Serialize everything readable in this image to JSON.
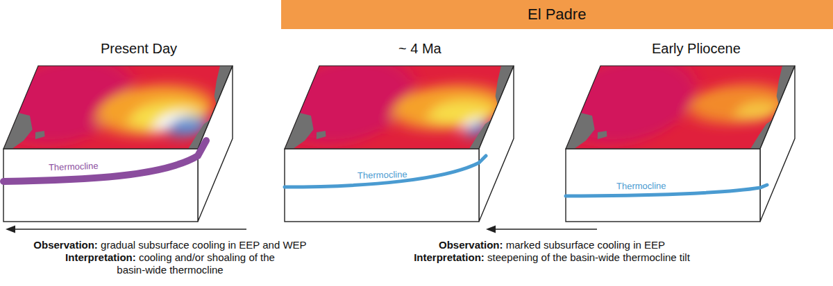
{
  "diagram": {
    "nodes": [
      {
        "text": [
          "El Padre"
        ]
      },
      {
        "text": [
          "Present Day",
          "Thermocline"
        ]
      },
      {
        "text": [
          "~ 4 Ma",
          "Thermocline"
        ]
      },
      {
        "text": [
          "Early Pliocene",
          "Thermocline"
        ]
      }
    ],
    "labels": [
      "Observation:",
      "gradual subsurface cooling in EEP and WEP",
      "Interpretation:",
      "cooling and/or shoaling of the basin-wide thermocline",
      "Observation:",
      "marked subsurface cooling in EEP",
      "Interpretation:",
      "steepening of the basin-wide thermocline tilt"
    ]
  }
}
